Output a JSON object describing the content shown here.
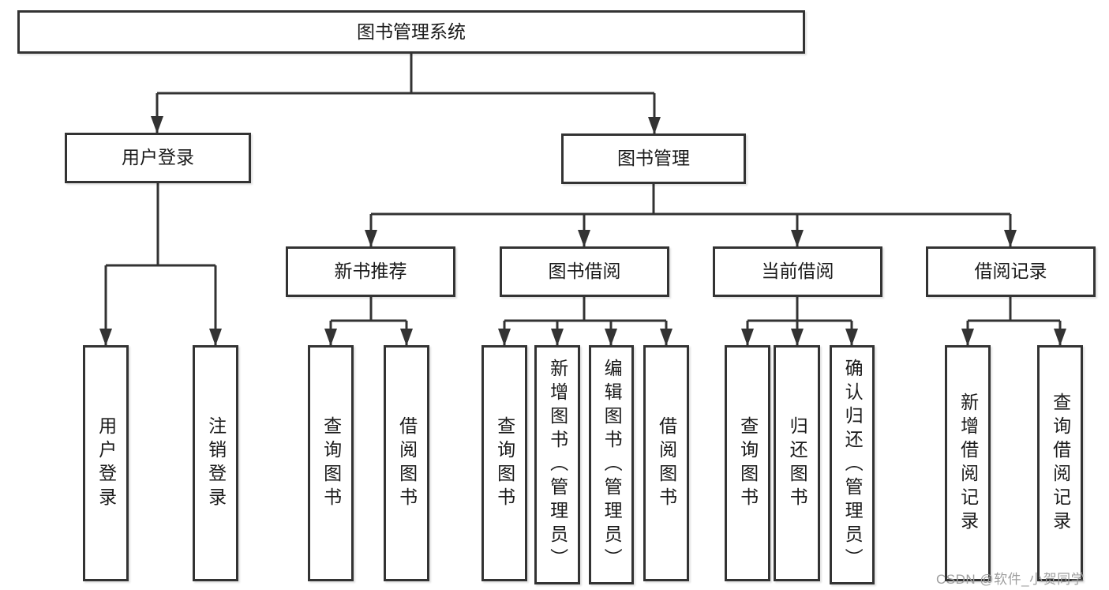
{
  "tree": {
    "label": "图书管理系统",
    "children": [
      {
        "label": "用户登录",
        "children": [
          {
            "label": "用户登录"
          },
          {
            "label": "注销登录"
          }
        ]
      },
      {
        "label": "图书管理",
        "children": [
          {
            "label": "新书推荐",
            "children": [
              {
                "label": "查询图书"
              },
              {
                "label": "借阅图书"
              }
            ]
          },
          {
            "label": "图书借阅",
            "children": [
              {
                "label": "查询图书"
              },
              {
                "label": "新增图书（管理员）"
              },
              {
                "label": "编辑图书（管理员）"
              },
              {
                "label": "借阅图书"
              }
            ]
          },
          {
            "label": "当前借阅",
            "children": [
              {
                "label": "查询图书"
              },
              {
                "label": "归还图书"
              },
              {
                "label": "确认归还（管理员）"
              }
            ]
          },
          {
            "label": "借阅记录",
            "children": [
              {
                "label": "新增借阅记录"
              },
              {
                "label": "查询借阅记录"
              }
            ]
          }
        ]
      }
    ]
  },
  "watermark": "CSDN @软件_小贺同学",
  "colors": {
    "line": "#333333",
    "box_border": "#333333",
    "text": "#1a1a1a",
    "watermark": "#9e9e9e",
    "background": "#ffffff"
  }
}
